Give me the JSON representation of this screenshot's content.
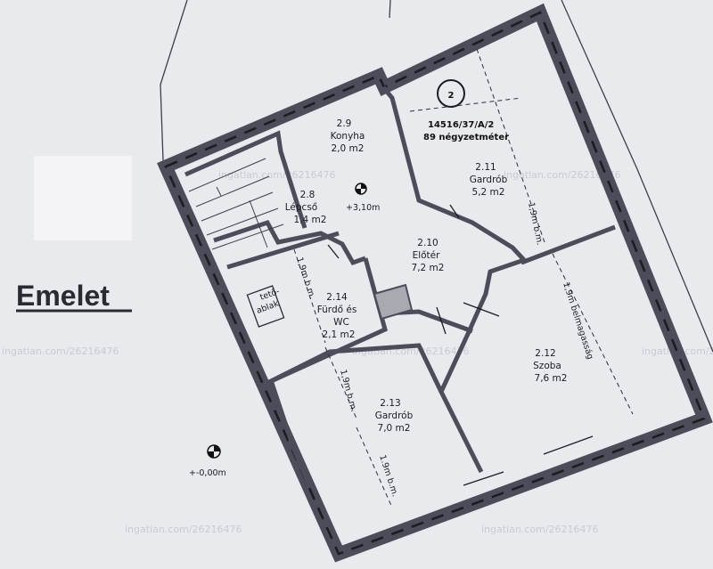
{
  "title": "Emelet",
  "plot_number": "2",
  "parcel": {
    "id": "14516/37/A/2",
    "area": "89 négyzetméter"
  },
  "watermark": "ingatlan.com/26216476",
  "rooms": [
    {
      "number": "2.9",
      "name": "Konyha",
      "area": "2,0 m2"
    },
    {
      "number": "2.8",
      "name": "Lépcső",
      "area": "1,4 m2"
    },
    {
      "number": "2.11",
      "name": "Gardrób",
      "area": "5,2 m2"
    },
    {
      "number": "2.10",
      "name": "Előtér",
      "area": "7,2 m2"
    },
    {
      "number": "2.14",
      "name": "Fürdő és",
      "name2": "WC",
      "area": "2,1 m2"
    },
    {
      "number": "2.12",
      "name": "Szoba",
      "area": "7,6 m2"
    },
    {
      "number": "2.13",
      "name": "Gardrób",
      "area": "7,0 m2"
    }
  ],
  "skylight": {
    "line1": "tető-",
    "line2": "ablak"
  },
  "levels": {
    "upper": "+3,10m",
    "ground": "+-0,00m"
  },
  "height_notes": {
    "short": "1,9m b.m.",
    "short_alt": "1.9m b.m.",
    "long": "1,9m belmagasság"
  },
  "colors": {
    "background": "#e9eaee",
    "wall": "#4b4e5a",
    "text": "#1b1b22"
  }
}
